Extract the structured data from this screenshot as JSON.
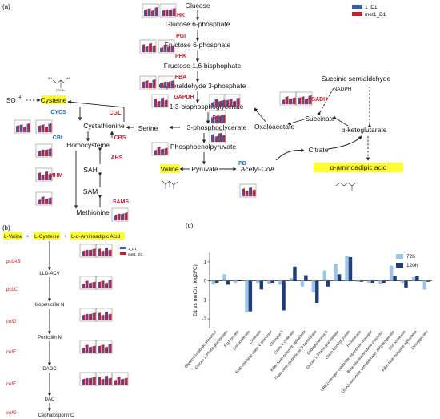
{
  "panel_labels": {
    "a": "(a)",
    "b": "(b)",
    "c": "(c)"
  },
  "legend_a": [
    {
      "label": "1_D1",
      "color": "#3a5fa8"
    },
    {
      "label": "met1_D1",
      "color": "#c8202f"
    }
  ],
  "legend_b": [
    {
      "label": "1_D1",
      "color": "#3a5fa8"
    },
    {
      "label": "met1_D1",
      "color": "#c8202f"
    }
  ],
  "metabolites": {
    "glucose": "Glucose",
    "g6p": "Glucose 6-phosphate",
    "f6p": "Fructose 6-phosphate",
    "f16bp": "Fructose 1,6-bisphophate",
    "g3p": "Glyceraldehyde 3-phosphate",
    "bpg": "1,3-bisphosphoglycerate",
    "pg3": "3-phosphoglycerate",
    "pep": "Phosphoenolpyruvate",
    "pyruvate": "Pyruvate",
    "acoa": "Acetyl-CoA",
    "valine": "Valine",
    "serine": "Serine",
    "cysteine": "Cysteine",
    "so4": "SO",
    "so4_sup": "-4",
    "cystathionine": "Cystathionine",
    "homocysteine": "Homocysteine",
    "sah": "SAH",
    "sam": "SAM",
    "methionine": "Methionine",
    "oxaloacetate": "Oxaloacetate",
    "citrate": "Citrate",
    "akg": "α-ketoglutarate",
    "succinate": "Succinate",
    "ssa": "Succinic semialdehyde",
    "nadph": "NADPH",
    "aaa": "α-aminoadipic acid"
  },
  "enzymes_red": [
    "HK",
    "PGI",
    "PFK",
    "FBA",
    "GAPDH",
    "PGK",
    "CGL",
    "CBS",
    "AHS",
    "MHM",
    "SAMS",
    "SSADH"
  ],
  "enzymes_blue": [
    "CYCS",
    "CBL",
    "PD"
  ],
  "pathway_b": {
    "substrates": [
      "L-Valine",
      "L-Cysteine",
      "L-α-Aminoadipic Acid"
    ],
    "plus": "+",
    "steps": [
      {
        "gene": "pcbAB",
        "product": "LLD-ACV"
      },
      {
        "gene": "pcbC",
        "product": "Isopenicillin N"
      },
      {
        "gene": "cefD",
        "product": "Penicillin N"
      },
      {
        "gene": "cefE",
        "product": "DAOC"
      },
      {
        "gene": "cefF",
        "product": "DAC"
      },
      {
        "gene": "cefG",
        "product": "Cephalosporin C"
      }
    ]
  },
  "chart_data": {
    "type": "bar",
    "ylabel": "D1 vs metD1 (log2FC)",
    "ylim": [
      -2.5,
      1.5
    ],
    "yticks": [
      -2,
      -1,
      0,
      1
    ],
    "legend_position": "top-right",
    "categories": [
      "Glycerol catabolic precursor",
      "Glucan 1,3-beta-glucosidase",
      "Pig1 protein",
      "Endochitinase",
      "Chitinase",
      "Endochitinase class V precursor",
      "Chitinase 1",
      "Class V chitinase",
      "Killer toxin subunits alpha/beta",
      "Thaia class glutathione S-transferase",
      "Endoglucanase B",
      "Glucan 1,3-beta-glucosidase",
      "Chitin binding protein",
      "Hexokinase",
      "URE2-nitrogen catabolite repression regulator",
      "Beta-hexosaminidase precursor",
      "UGA2-succinate semialdehyde dehydrogenase",
      "Endochitinase",
      "Killer toxin subunits alpha/beta",
      "Deoxygenase"
    ],
    "series": [
      {
        "name": "72h",
        "color": "#9dc3e6",
        "values": [
          -0.2,
          0.35,
          -0.1,
          -1.65,
          -0.1,
          -0.15,
          -0.2,
          0.15,
          -0.3,
          -0.6,
          0.55,
          0.9,
          1.3,
          -0.05,
          -0.1,
          -0.15,
          0.8,
          -0.1,
          0.2,
          -0.45
        ]
      },
      {
        "name": "120h",
        "color": "#1f3e78",
        "values": [
          -0.1,
          -0.2,
          0.05,
          -1.6,
          -0.45,
          -0.1,
          -1.55,
          0.75,
          0.3,
          -1.15,
          -0.3,
          0.35,
          1.25,
          -0.05,
          -0.1,
          -0.1,
          0.25,
          -0.35,
          0.25,
          -0.05
        ]
      }
    ]
  }
}
